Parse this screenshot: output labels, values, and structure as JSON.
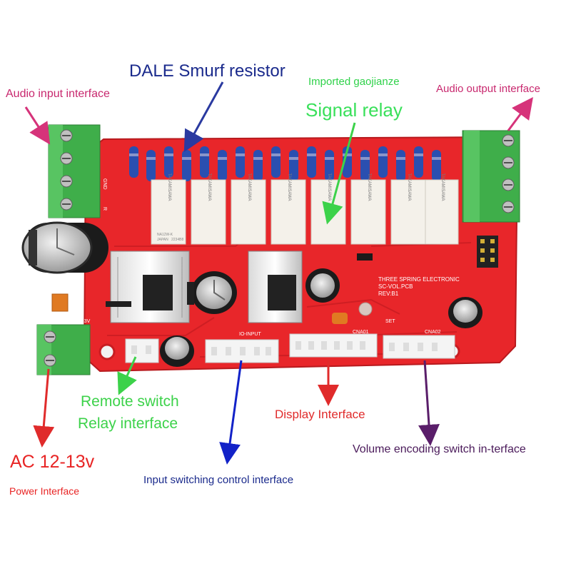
{
  "annotations": {
    "dale": "DALE Smurf resistor",
    "imported": "Imported gaojianze",
    "signal_relay": "Signal relay",
    "audio_input": "Audio input interface",
    "audio_output": "Audio output interface",
    "remote_line1": "Remote switch",
    "remote_line2": "Relay interface",
    "display": "Display Interface",
    "volume": "Volume encoding switch in-terface",
    "ac": "AC 12-13v",
    "power": "Power Interface",
    "input_switch": "Input switching control interface"
  },
  "board": {
    "silk_line1": "THREE SPRING ELECTRONIC",
    "silk_line2": "SC-VOL.PCB",
    "silk_line3": "REV:B1",
    "relay_brand": "TAKAMISAWA",
    "relay_model": "NA12W-K",
    "relay_origin": "JAPAN",
    "relay_code": "2234B8",
    "con_io": "IO-INPUT",
    "con_cna01": "CNA01",
    "con_cna02": "CNA02",
    "con_set": "SET",
    "gnd_label": "GND",
    "r_label": "R",
    "ac_label": "AC~13V"
  },
  "colors": {
    "pcb": "#e8262a",
    "terminal": "#3fae4a",
    "resistor": "#2a4fb0",
    "relay": "#f4f1ea"
  }
}
